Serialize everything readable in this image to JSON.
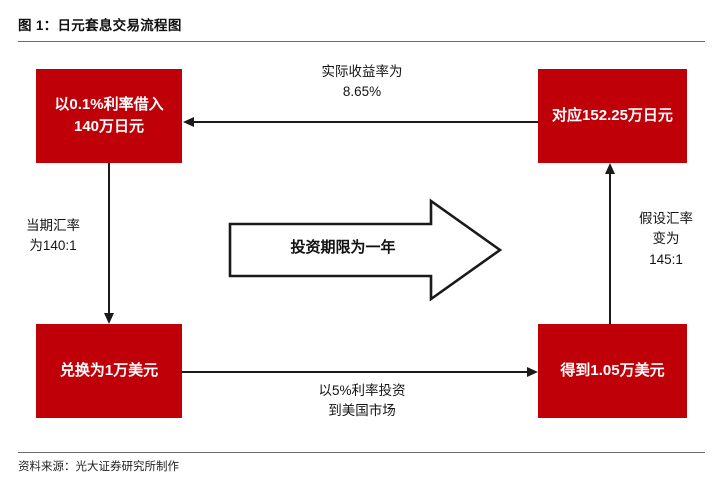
{
  "figure": {
    "title": "图 1：日元套息交易流程图",
    "source": "资料来源：光大证券研究所制作",
    "accent_color": "#C00008",
    "line_color": "#1a1a1a"
  },
  "nodes": {
    "top_left": {
      "label": "以0.1%利率借入140万日元"
    },
    "top_right": {
      "label": "对应152.25万日元"
    },
    "bottom_left": {
      "label": "兑换为1万美元"
    },
    "bottom_right": {
      "label": "得到1.05万美元"
    }
  },
  "edges": {
    "top": {
      "label": "实际收益率为\n8.65%"
    },
    "left": {
      "label": "当期汇率\n为140:1"
    },
    "right": {
      "label": "假设汇率\n变为\n145:1"
    },
    "bottom": {
      "label": "以5%利率投资\n到美国市场"
    },
    "center": {
      "label": "投资期限为一年"
    }
  }
}
